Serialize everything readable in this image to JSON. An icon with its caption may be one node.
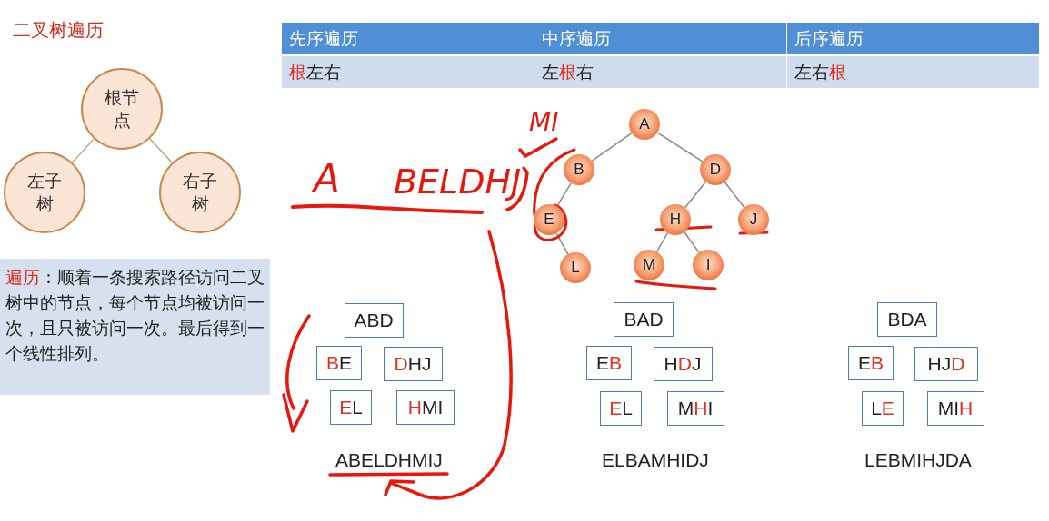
{
  "diagram": {
    "title": "二叉树遍历",
    "nodes": [
      {
        "text": [
          "根节点"
        ]
      },
      {
        "text": [
          "左子树"
        ]
      },
      {
        "text": [
          "右子树"
        ]
      },
      {
        "text": [
          "A"
        ]
      },
      {
        "text": [
          "B"
        ]
      },
      {
        "text": [
          "D"
        ]
      },
      {
        "text": [
          "E"
        ]
      },
      {
        "text": [
          "H"
        ]
      },
      {
        "text": [
          "J"
        ]
      },
      {
        "text": [
          "L"
        ]
      },
      {
        "text": [
          "M"
        ]
      },
      {
        "text": [
          "I"
        ]
      },
      {
        "text": [
          "ABD"
        ]
      },
      {
        "text": [
          "**B**E"
        ]
      },
      {
        "text": [
          "**D**HJ"
        ]
      },
      {
        "text": [
          "**E**L"
        ]
      },
      {
        "text": [
          "**H**MI"
        ]
      },
      {
        "text": [
          "BAD"
        ]
      },
      {
        "text": [
          "E**B**"
        ]
      },
      {
        "text": [
          "H**D**J"
        ]
      },
      {
        "text": [
          "**E**L"
        ]
      },
      {
        "text": [
          "M**H**I"
        ]
      },
      {
        "text": [
          "BDA"
        ]
      },
      {
        "text": [
          "E**B**"
        ]
      },
      {
        "text": [
          "HJ**D**"
        ]
      },
      {
        "text": [
          "L**E**"
        ]
      },
      {
        "text": [
          "MI**H**"
        ]
      }
    ],
    "edges": [
      {
        "from": 0,
        "to": 1,
        "arrow": "none"
      },
      {
        "from": 0,
        "to": 2,
        "arrow": "none"
      },
      {
        "from": 3,
        "to": 4,
        "arrow": "none"
      },
      {
        "from": 3,
        "to": 5,
        "arrow": "none"
      },
      {
        "from": 4,
        "to": 6,
        "arrow": "none"
      },
      {
        "from": 6,
        "to": 9,
        "arrow": "none"
      },
      {
        "from": 5,
        "to": 7,
        "arrow": "none"
      },
      {
        "from": 5,
        "to": 8,
        "arrow": "none"
      },
      {
        "from": 7,
        "to": 10,
        "arrow": "none"
      },
      {
        "from": 7,
        "to": 11,
        "arrow": "none"
      }
    ],
    "labels": [
      "先序遍历",
      "中序遍历",
      "后序遍历",
      "**根**左右",
      "左**根**右",
      "左右**根**",
      "**遍历**：顺着一条搜索路径访问二叉树中的节点，每个节点均被访问一次，且只被访问一次。最后得到一个线性排列。",
      "MI",
      "A",
      "BELDHJ",
      "ABELDHMIJ",
      "ELBAMHIDJ",
      "LEBMIHJDA"
    ]
  }
}
